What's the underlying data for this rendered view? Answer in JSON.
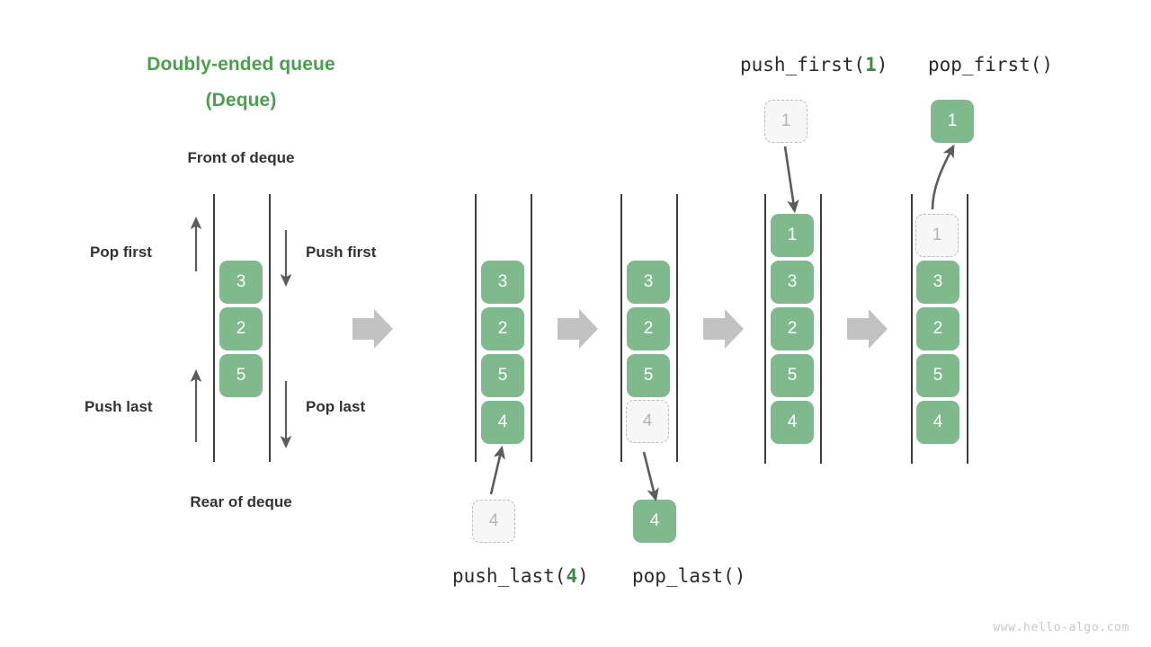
{
  "title": {
    "line1": "Doubly-ended queue",
    "line2": "(Deque)",
    "color": "#4aa14c"
  },
  "labels": {
    "front_of_deque": "Front of deque",
    "rear_of_deque": "Rear of deque",
    "pop_first": "Pop first",
    "push_first": "Push first",
    "push_last": "Push last",
    "pop_last": "Pop last"
  },
  "operations": {
    "push_last": {
      "name": "push_last(",
      "arg": "4",
      "close": ")"
    },
    "pop_last": {
      "name": "pop_last()",
      "arg": "",
      "close": ""
    },
    "push_first": {
      "name": "push_first(",
      "arg": "1",
      "close": ")"
    },
    "pop_first": {
      "name": "pop_first()",
      "arg": "",
      "close": ""
    }
  },
  "colors": {
    "element_fill": "#7fba8c",
    "element_text": "#ffffff",
    "ghost_fill": "#f7f7f7",
    "ghost_border": "#bdbdbd",
    "ghost_text": "#b5b5b5",
    "rail": "#3d3d3d",
    "thin_arrow": "#5c5c5c",
    "block_arrow": "#c2c2c2",
    "title_green": "#4aa14c",
    "highlight_green": "#3d8c44",
    "watermark": "#c8c8c8"
  },
  "overview_deque": {
    "elements": [
      "3",
      "2",
      "5"
    ]
  },
  "stages": [
    {
      "id": "stage-push-last",
      "elements": [
        {
          "value": "3",
          "state": "filled"
        },
        {
          "value": "2",
          "state": "filled"
        },
        {
          "value": "5",
          "state": "filled"
        },
        {
          "value": "4",
          "state": "filled"
        }
      ],
      "external": {
        "value": "4",
        "state": "ghost",
        "position": "bottom"
      },
      "operation": "push_last(4)"
    },
    {
      "id": "stage-pop-last",
      "elements": [
        {
          "value": "3",
          "state": "filled"
        },
        {
          "value": "2",
          "state": "filled"
        },
        {
          "value": "5",
          "state": "filled"
        },
        {
          "value": "4",
          "state": "ghost"
        }
      ],
      "external": {
        "value": "4",
        "state": "filled",
        "position": "bottom"
      },
      "operation": "pop_last()"
    },
    {
      "id": "stage-push-first",
      "elements": [
        {
          "value": "1",
          "state": "filled"
        },
        {
          "value": "3",
          "state": "filled"
        },
        {
          "value": "2",
          "state": "filled"
        },
        {
          "value": "5",
          "state": "filled"
        },
        {
          "value": "4",
          "state": "filled"
        }
      ],
      "external": {
        "value": "1",
        "state": "ghost",
        "position": "top"
      },
      "operation": "push_first(1)"
    },
    {
      "id": "stage-pop-first",
      "elements": [
        {
          "value": "1",
          "state": "ghost"
        },
        {
          "value": "3",
          "state": "filled"
        },
        {
          "value": "2",
          "state": "filled"
        },
        {
          "value": "5",
          "state": "filled"
        },
        {
          "value": "4",
          "state": "filled"
        }
      ],
      "external": {
        "value": "1",
        "state": "filled",
        "position": "top"
      },
      "operation": "pop_first()"
    }
  ],
  "watermark": "www.hello-algo.com"
}
